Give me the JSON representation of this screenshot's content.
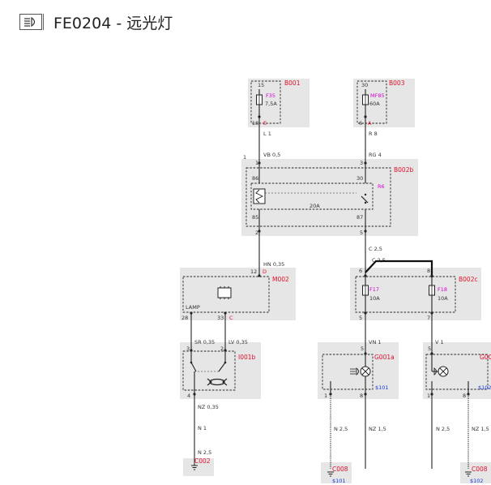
{
  "header": {
    "title": "FE0204 - 远光灯",
    "icon": "headlight-high-beam-icon"
  },
  "colors": {
    "component_ref": "#e0102a",
    "fuse_label": "#d400d4",
    "connector_ref": "#1a3adb"
  },
  "fuse_b001": {
    "ref": "B001",
    "pin_top": "15",
    "name": "F35",
    "rating": "7,5A",
    "pin_bottom": "18",
    "pin_bottom_letter": "E"
  },
  "fuse_b003": {
    "ref": "B003",
    "pin_top": "30",
    "name": "MF85",
    "rating": "60A",
    "pin_bottom": "6",
    "pin_bottom_letter": "A"
  },
  "wires": {
    "w_l1": "L 1",
    "w_r8": "R 8",
    "w_vb": "VB 0,5",
    "w_rg": "RG 4",
    "w_hn": "HN 0,35",
    "w_c25a": "C 2,5",
    "w_c25b": "C 2,5",
    "w_sr": "SR 0,35",
    "w_lv": "LV 0,35",
    "w_vn": "VN 1",
    "w_v1": "V 1",
    "w_nz035": "NZ 0,35",
    "w_n1": "N 1",
    "w_n25a": "N 2,5",
    "w_n25b": "N 2,5",
    "w_nz15a": "NZ 1,5",
    "w_n25c": "N 2,5",
    "w_nz15b": "NZ 1,5"
  },
  "relay_b002b": {
    "ref": "B002b",
    "pin_l_top": "1",
    "pin_r_top": "3",
    "pin86": "86",
    "pin30": "30",
    "name": "R6",
    "rating": "20A",
    "pin85": "85",
    "pin87": "87",
    "pin_l_bottom": "2",
    "pin_r_bottom": "5"
  },
  "module_m002": {
    "ref": "M002",
    "pin_top": "12",
    "pin_top_letter": "D",
    "label": "LAMP",
    "pin_bl": "28",
    "pin_br": "33",
    "pin_br_letter": "C"
  },
  "fuses_b002c": {
    "ref": "B002c",
    "pin_tl": "6",
    "pin_tr": "8",
    "f17_name": "F17",
    "f17_rating": "10A",
    "f18_name": "F18",
    "f18_rating": "10A",
    "pin_bl": "5",
    "pin_br": "7"
  },
  "switch_i001b": {
    "ref": "I001b",
    "pin_tl": "3",
    "pin_tr": "2",
    "pin_b": "4"
  },
  "lamp_g001a": {
    "ref": "G001a",
    "pin_t": "5",
    "pin_bl": "1",
    "pin_br": "8",
    "splice": "$101"
  },
  "lamp_g001b": {
    "ref": "G00",
    "pin_t": "5",
    "pin_bl": "1",
    "pin_br": "8",
    "splice": "$102"
  },
  "grounds": {
    "c002": "C002",
    "c008a": "C008",
    "c008a_splice": "$101",
    "c008b": "C008",
    "c008b_splice": "$102"
  }
}
